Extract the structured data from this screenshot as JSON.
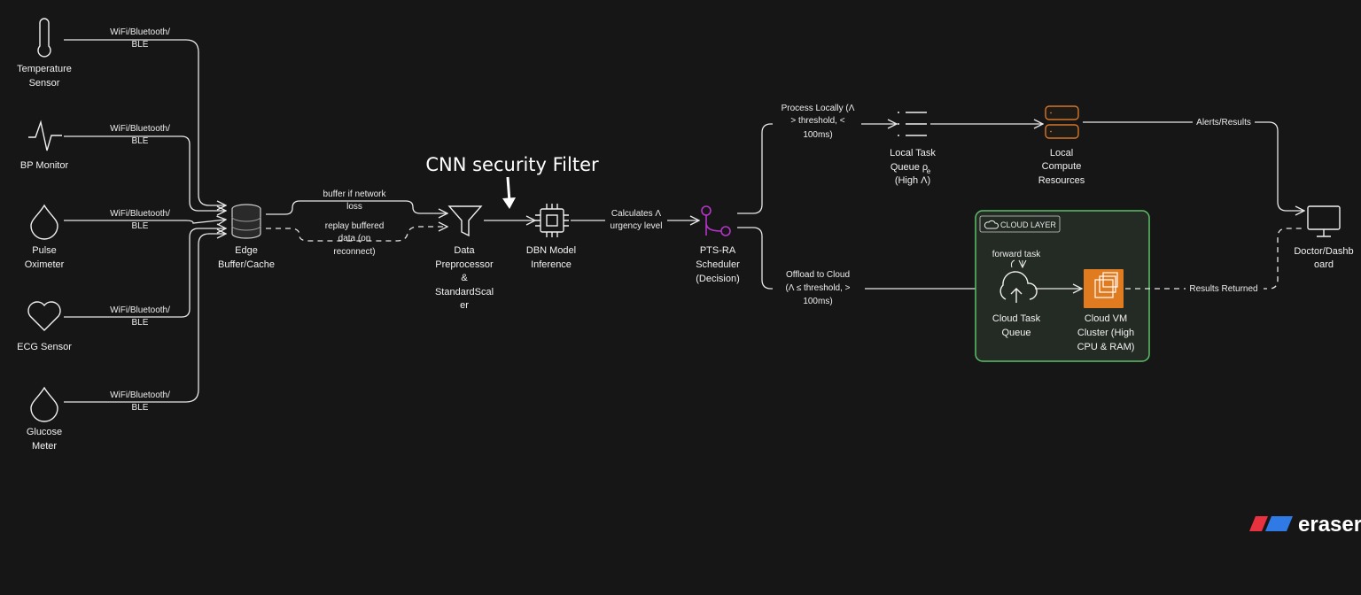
{
  "sensors": [
    {
      "id": "temp",
      "label": [
        "Temperature",
        "Sensor"
      ],
      "icon": "thermometer-icon",
      "link": [
        "WiFi/Bluetooth/",
        "BLE"
      ]
    },
    {
      "id": "bp",
      "label": [
        "BP Monitor"
      ],
      "icon": "heartbeat-pulse-icon",
      "link": [
        "WiFi/Bluetooth/",
        "BLE"
      ]
    },
    {
      "id": "pulse",
      "label": [
        "Pulse",
        "Oximeter"
      ],
      "icon": "droplet-icon",
      "link": [
        "WiFi/Bluetooth/",
        "BLE"
      ]
    },
    {
      "id": "ecg",
      "label": [
        "ECG Sensor"
      ],
      "icon": "heart-icon",
      "link": [
        "WiFi/Bluetooth/",
        "BLE"
      ]
    },
    {
      "id": "glucose",
      "label": [
        "Glucose",
        "Meter"
      ],
      "icon": "droplet-icon",
      "link": [
        "WiFi/Bluetooth/",
        "BLE"
      ]
    }
  ],
  "nodes": {
    "edge": {
      "label": [
        "Edge",
        "Buffer/Cache"
      ],
      "icon": "database-icon"
    },
    "preproc": {
      "label": [
        "Data",
        "Preprocessor",
        "&",
        "StandardScal",
        "er"
      ],
      "icon": "funnel-icon"
    },
    "dbn": {
      "label": [
        "DBN Model",
        "Inference"
      ],
      "icon": "cpu-chip-icon"
    },
    "scheduler": {
      "label": [
        "PTS-RA",
        "Scheduler",
        "(Decision)"
      ],
      "icon": "branch-icon",
      "color": "#b535c8"
    },
    "local_queue": {
      "label": [
        "Local Task",
        "Queue ρ",
        "(High Λ)"
      ],
      "subscript": "e",
      "icon": "list-icon"
    },
    "local_compute": {
      "label": [
        "Local",
        "Compute",
        "Resources"
      ],
      "icon": "server-rack-icon",
      "color": "#d4772a"
    },
    "cloud_queue": {
      "label": [
        "Cloud Task",
        "Queue"
      ],
      "icon": "cloud-upload-icon"
    },
    "cloud_vm": {
      "label": [
        "Cloud VM",
        "Cluster (High",
        "CPU & RAM)"
      ],
      "icon": "ec2-instances-icon",
      "color": "#e07b1f"
    },
    "doctor": {
      "label": [
        "Doctor/Dashb",
        "oard"
      ],
      "icon": "monitor-icon"
    }
  },
  "edges": {
    "buffer": [
      "buffer if network",
      "loss"
    ],
    "replay": [
      "replay buffered",
      "data (on",
      "reconnect)"
    ],
    "calc": [
      "Calculates Λ",
      "urgency level"
    ],
    "local": [
      "Process Locally (Λ",
      "> threshold, <",
      "100ms)"
    ],
    "offload": [
      "Offload to Cloud",
      "(Λ ≤ threshold, >",
      "100ms)"
    ],
    "forward": "forward task",
    "alerts": "Alerts/Results",
    "returned": "Results Returned"
  },
  "annotation": "CNN security Filter",
  "cloud_layer": {
    "title": "CLOUD LAYER",
    "border_color": "#5fbf6a",
    "fill": "#242b24"
  },
  "brand": {
    "name": "eraser",
    "colors": [
      "#e8323f",
      "#2f7ae5"
    ]
  }
}
